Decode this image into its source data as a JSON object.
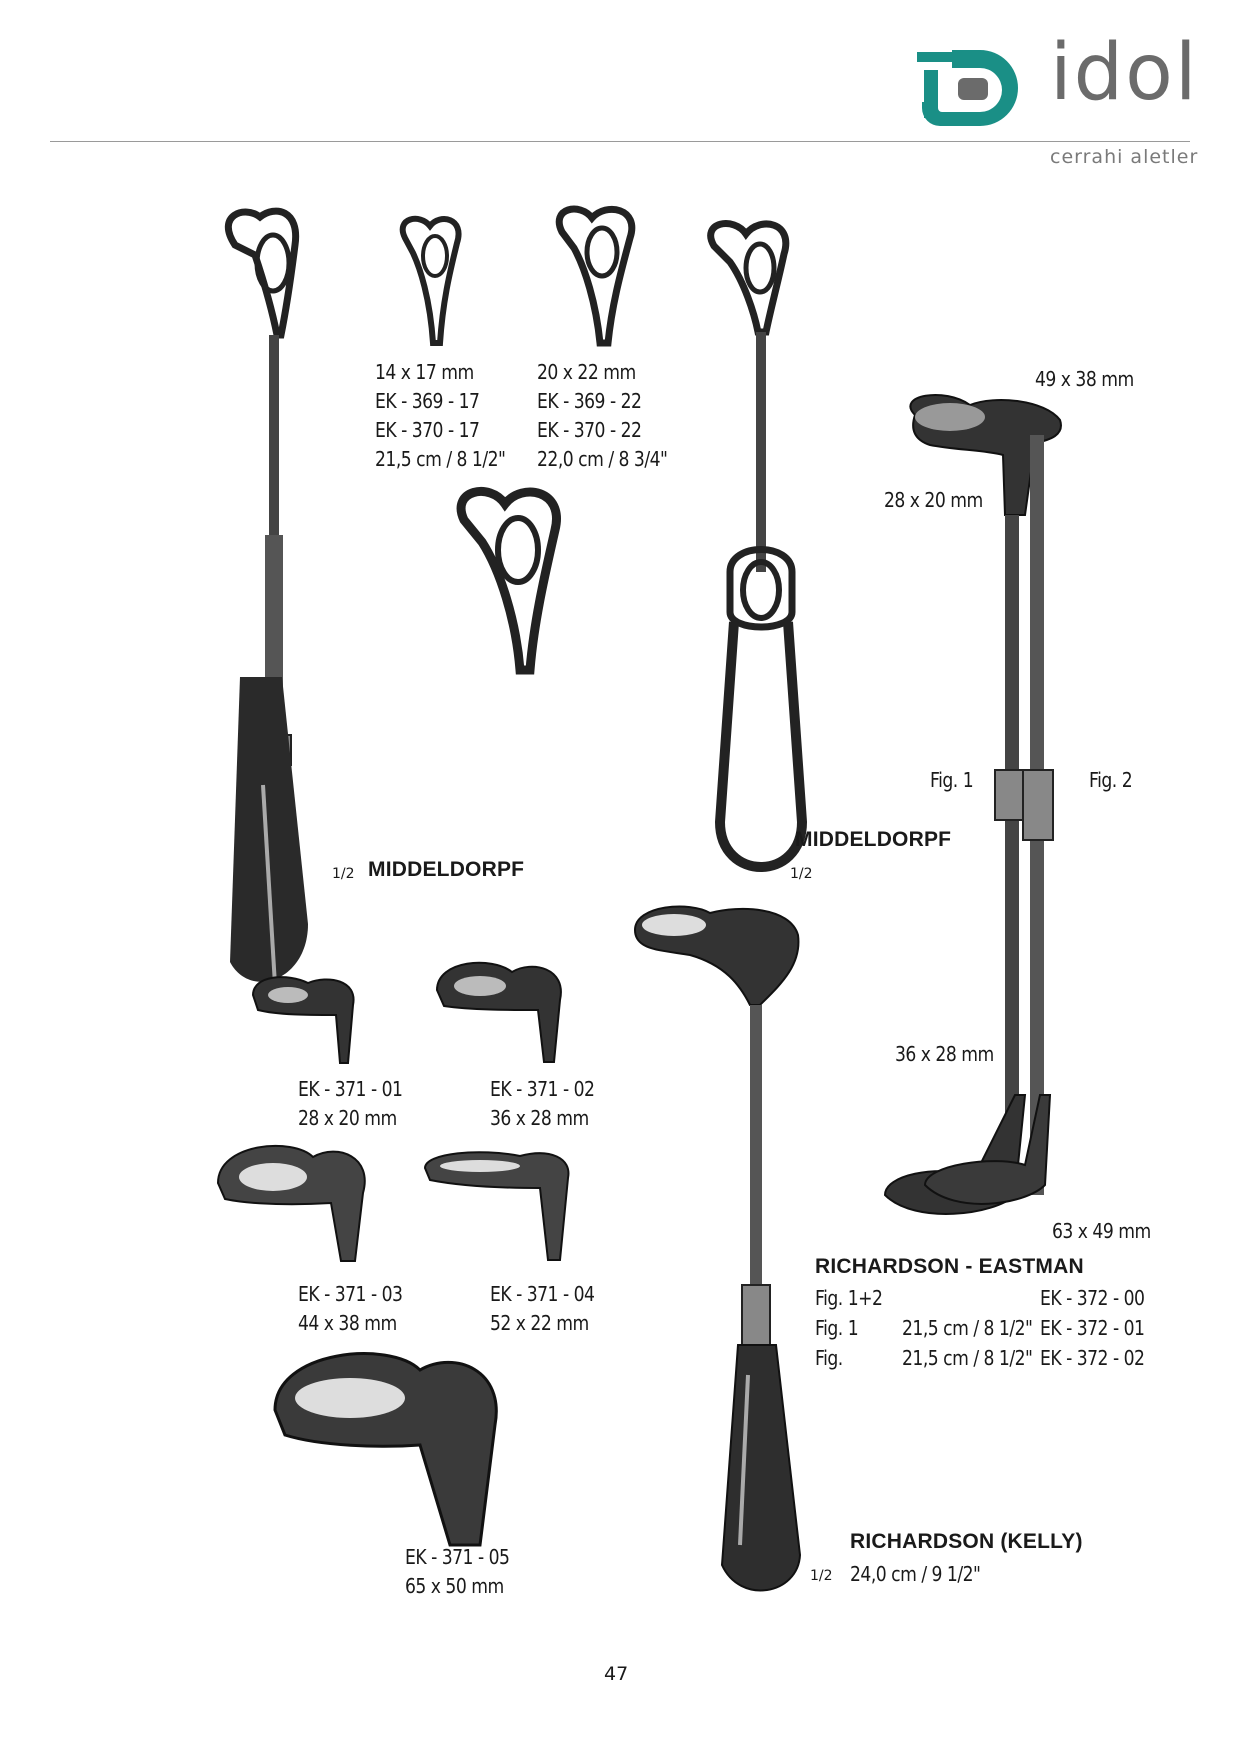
{
  "brand": {
    "name": "idol",
    "tagline": "cerrahi aletler",
    "colors": {
      "teal": "#1a8f86",
      "gray": "#6b6b6b"
    }
  },
  "page_number": "47",
  "middeldorpf_small": {
    "a": {
      "size": "14 x 17 mm",
      "code1": "EK - 369 - 17",
      "code2": "EK - 370 - 17",
      "length": "21,5 cm / 8 1/2\""
    },
    "b": {
      "size": "20 x 22 mm",
      "code1": "EK - 369 - 22",
      "code2": "EK - 370 - 22",
      "length": "22,0 cm / 8 3/4\""
    }
  },
  "labels": {
    "middeldorpf1": "MIDDELDORPF",
    "middeldorpf2": "MIDDELDORPF",
    "scale1": "1/2",
    "scale2": "1/2",
    "scale3": "1/2"
  },
  "ek371": [
    {
      "code": "EK - 371 - 01",
      "size": "28 x 20 mm"
    },
    {
      "code": "EK - 371 - 02",
      "size": "36 x 28 mm"
    },
    {
      "code": "EK - 371 - 03",
      "size": "44 x 38 mm"
    },
    {
      "code": "EK - 371 - 04",
      "size": "52 x 22 mm"
    },
    {
      "code": "EK - 371 - 05",
      "size": "65 x 50 mm"
    }
  ],
  "eastman": {
    "size_top": "49 x 38 mm",
    "size_upper": "28 x 20 mm",
    "size_lower": "36 x 28 mm",
    "size_bottom": "63 x 49 mm",
    "fig1": "Fig. 1",
    "fig2": "Fig. 2",
    "title": "RICHARDSON - EASTMAN",
    "rows": [
      {
        "fig": "Fig. 1+2",
        "length": "",
        "code": "EK - 372 - 00"
      },
      {
        "fig": "Fig. 1",
        "length": "21,5 cm / 8 1/2\"",
        "code": "EK - 372 - 01"
      },
      {
        "fig": "Fig.",
        "length": "21,5 cm / 8 1/2\"",
        "code": "EK - 372 - 02"
      }
    ]
  },
  "kelly": {
    "title": "RICHARDSON (KELLY)",
    "length": "24,0 cm / 9 1/2\""
  }
}
